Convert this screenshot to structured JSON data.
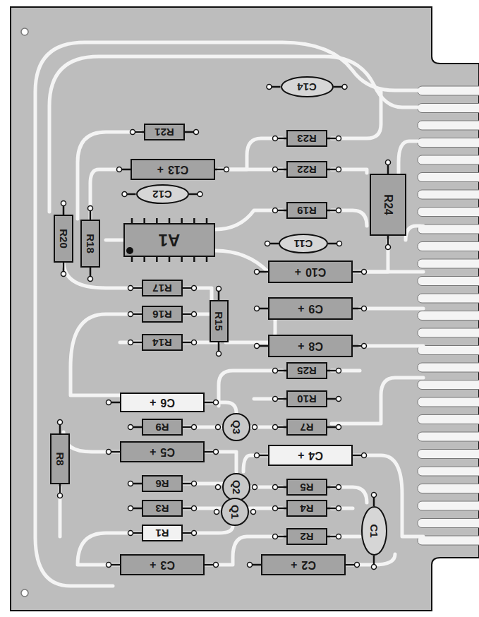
{
  "diagram": {
    "nodes": [
      {
        "text": [
          "C14"
        ]
      },
      {
        "text": [
          "R21"
        ]
      },
      {
        "text": [
          "R23"
        ]
      },
      {
        "text": [
          "C13",
          "+"
        ]
      },
      {
        "text": [
          "R22"
        ]
      },
      {
        "text": [
          "C12"
        ]
      },
      {
        "text": [
          "R24"
        ]
      },
      {
        "text": [
          "R19"
        ]
      },
      {
        "text": [
          "R20"
        ]
      },
      {
        "text": [
          "R18"
        ]
      },
      {
        "text": [
          "A1"
        ]
      },
      {
        "text": [
          "C11"
        ]
      },
      {
        "text": [
          "C10",
          "+"
        ]
      },
      {
        "text": [
          "R17"
        ]
      },
      {
        "text": [
          "C9",
          "+"
        ]
      },
      {
        "text": [
          "R16"
        ]
      },
      {
        "text": [
          "R15"
        ]
      },
      {
        "text": [
          "R14"
        ]
      },
      {
        "text": [
          "C8",
          "+"
        ]
      },
      {
        "text": [
          "R25"
        ]
      },
      {
        "text": [
          "C6",
          "+"
        ]
      },
      {
        "text": [
          "R10"
        ]
      },
      {
        "text": [
          "R9"
        ]
      },
      {
        "text": [
          "Q3"
        ]
      },
      {
        "text": [
          "R7"
        ]
      },
      {
        "text": [
          "C5",
          "+"
        ]
      },
      {
        "text": [
          "C4",
          "+"
        ]
      },
      {
        "text": [
          "R8"
        ]
      },
      {
        "text": [
          "R6"
        ]
      },
      {
        "text": [
          "Q2"
        ]
      },
      {
        "text": [
          "R5"
        ]
      },
      {
        "text": [
          "R3"
        ]
      },
      {
        "text": [
          "R4"
        ]
      },
      {
        "text": [
          "Q1"
        ]
      },
      {
        "text": [
          "C1"
        ]
      },
      {
        "text": [
          "R1"
        ]
      },
      {
        "text": [
          "R2"
        ]
      },
      {
        "text": [
          "C3",
          "+"
        ]
      },
      {
        "text": [
          "C2",
          "+"
        ]
      }
    ]
  }
}
